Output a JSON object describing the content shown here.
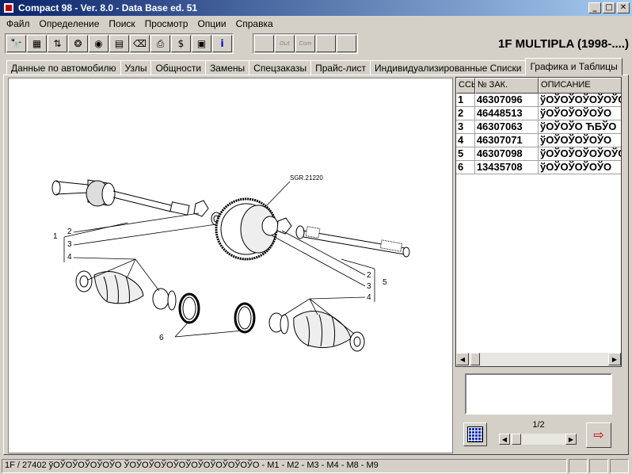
{
  "window": {
    "title": "Compact 98  -  Ver. 8.0  -  Data Base ed. 51",
    "minimize": "_",
    "maximize": "□",
    "close": "✕"
  },
  "menu": [
    "Файл",
    "Определение",
    "Поиск",
    "Просмотр",
    "Опции",
    "Справка"
  ],
  "toolbar": {
    "buttons": [
      {
        "name": "binoculars-icon",
        "glyph": "🔭"
      },
      {
        "name": "grid-icon",
        "glyph": "▦"
      },
      {
        "name": "arrows-icon",
        "glyph": "⇅"
      },
      {
        "name": "palette-icon",
        "glyph": "❂"
      },
      {
        "name": "target-icon",
        "glyph": "◉"
      },
      {
        "name": "document-icon",
        "glyph": "▤"
      },
      {
        "name": "eraser-icon",
        "glyph": "⌫"
      },
      {
        "name": "printer-icon",
        "glyph": "⎙"
      },
      {
        "name": "dollar-icon",
        "glyph": "$"
      },
      {
        "name": "image-icon",
        "glyph": "▣"
      },
      {
        "name": "info-icon",
        "glyph": "i"
      }
    ],
    "disabled_buttons": [
      "",
      "Out",
      "Com",
      "",
      ""
    ],
    "model": "1F MULTIPLA (1998-....)"
  },
  "tabs": [
    {
      "label": "Данные по автомобилю",
      "active": false
    },
    {
      "label": "Узлы",
      "active": false
    },
    {
      "label": "Общности",
      "active": false
    },
    {
      "label": "Замены",
      "active": false
    },
    {
      "label": "Спецзаказы",
      "active": false
    },
    {
      "label": "Прайс-лист",
      "active": false
    },
    {
      "label": "Индивидуализированные Списки",
      "active": false
    },
    {
      "label": "Графика и Таблицы",
      "active": true
    }
  ],
  "drawing": {
    "ref_code": "SGR.21220",
    "callouts_left": [
      "1",
      "2",
      "3",
      "4"
    ],
    "callouts_right": [
      "2",
      "3",
      "4",
      "5"
    ],
    "callout_bottom": "6"
  },
  "table": {
    "headers": [
      "ССЫ",
      "№ ЗАК.",
      "ОПИСАНИЕ"
    ],
    "rows": [
      [
        "1",
        "46307096",
        "ўОЎОЎОЎОЎОЎО"
      ],
      [
        "2",
        "46448513",
        "ўОЎОЎОЎОЎО"
      ],
      [
        "3",
        "46307063",
        "ўОЎОЎО ЋБЎО"
      ],
      [
        "4",
        "46307071",
        "ўОЎОЎОЎОЎО"
      ],
      [
        "5",
        "46307098",
        "ўОЎОЎОЎОЎОЎО"
      ],
      [
        "6",
        "13435708",
        "ўОЎОЎОЎОЎО"
      ]
    ]
  },
  "pager": {
    "label": "1/2"
  },
  "status": {
    "left": "1F / 27402  ўОЎОЎОЎОЎОЎО ЎОЎОЎОЎОЎОЎОЎОЎОЎОЎОЎО  - M1 - M2 - M3 - M4 - M8 - M9"
  }
}
